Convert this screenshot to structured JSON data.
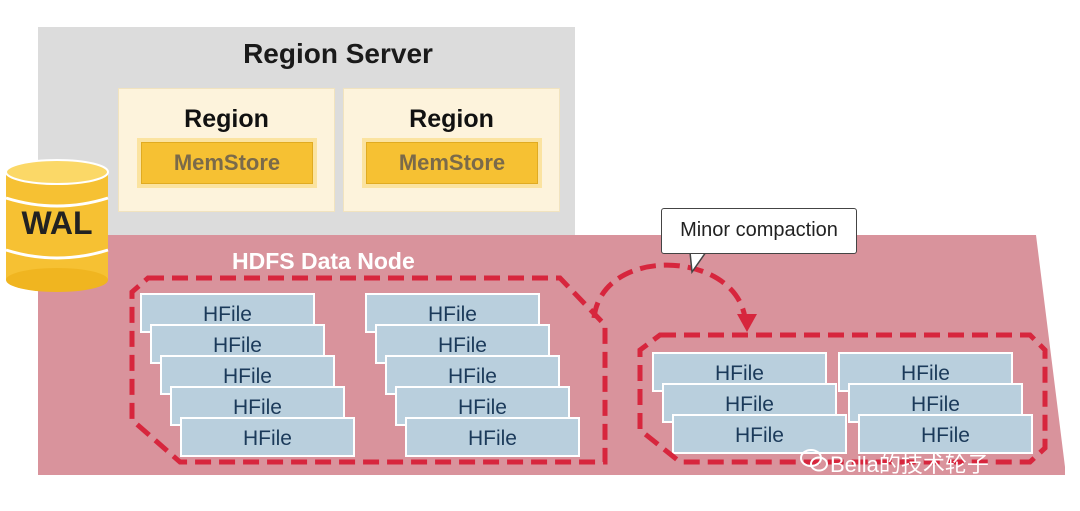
{
  "region_server": {
    "title": "Region Server",
    "regions": [
      {
        "title": "Region",
        "memstore": "MemStore"
      },
      {
        "title": "Region",
        "memstore": "MemStore"
      }
    ]
  },
  "wal": {
    "label": "WAL"
  },
  "hdfs": {
    "title": "HDFS Data Node"
  },
  "hfile_label": "HFile",
  "callout": {
    "text": "Minor compaction"
  },
  "watermark": {
    "text": "Bella的技术轮子"
  },
  "colors": {
    "region_server_bg": "#dcdcdc",
    "region_bg": "#fdf3dc",
    "memstore": "#f6c133",
    "hdfs_bg": "#d9939c",
    "hfile": "#b9cfdd",
    "dashed_outline": "#d7263d",
    "wal": "#f6c133"
  }
}
